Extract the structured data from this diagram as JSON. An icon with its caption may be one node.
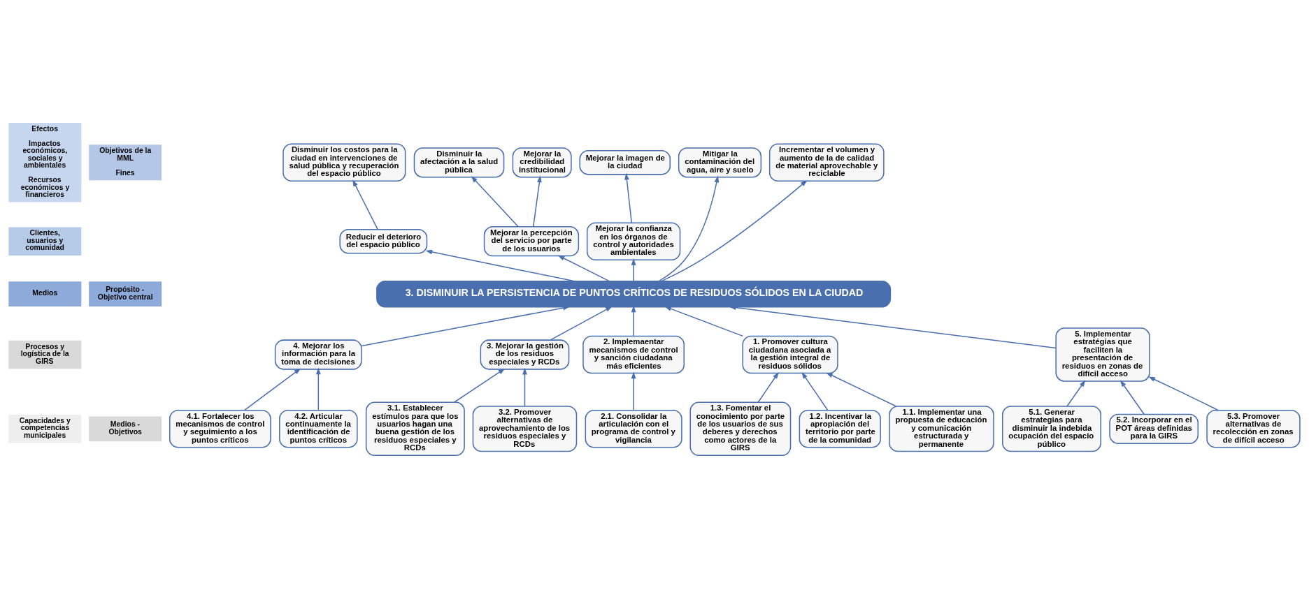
{
  "diagram": {
    "nodes": [
      {
        "text": [
          "Efectos",
          "Impactos económicos, sociales y ambientales",
          "Recursos económicos y financieros"
        ]
      },
      {
        "text": [
          "Mitigar la contaminación del agua, aire y suelo"
        ]
      },
      {
        "text": [
          "Disminuir la afectación a la salud pública"
        ]
      },
      {
        "text": [
          "Mejorar la credibilidad institucional"
        ]
      },
      {
        "text": [
          "Mejorar la imagen de la ciudad"
        ]
      },
      {
        "text": [
          "Incrementar el volumen y aumento de la de calidad de material aprovechable y reciclable"
        ]
      },
      {
        "text": [
          "Objetivos de la MML",
          "Fines"
        ]
      },
      {
        "text": [
          "Disminuir los costos para la ciudad en intervenciones de salud pública y recuperación del espacio público"
        ]
      },
      {
        "text": [
          "Clientes, usuarios y comunidad"
        ]
      },
      {
        "text": [
          "Reducir el deterioro del espacio público"
        ]
      },
      {
        "text": [
          "Mejorar la percepción del servicio por parte de los usuarios"
        ]
      },
      {
        "text": [
          "Mejorar la confianza en los órganos de control y autoridades ambientales"
        ]
      },
      {
        "text": [
          "Medios"
        ]
      },
      {
        "text": [
          "3. DISMINUIR LA PERSISTENCIA DE PUNTOS CRÍTICOS DE RESIDUOS SÓLIDOS EN LA CIUDAD"
        ]
      },
      {
        "text": [
          "Propósito - Objetivo central"
        ]
      },
      {
        "text": [
          "Procesos y logística de la GIRS"
        ]
      },
      {
        "text": [
          "1. Promover cultura ciudadana asociada a la gestión integral de residuos sólidos"
        ]
      },
      {
        "text": [
          "2. Implemaentar mecanismos de control y sanción ciudadana más eficientes"
        ]
      },
      {
        "text": [
          "3. Mejorar la gestión de los residuos especiales y RCDs"
        ]
      },
      {
        "text": [
          "4. Mejorar los información para la toma de decisiones"
        ]
      },
      {
        "text": [
          "5. Implementar estratégias que faciliten la presentación de residuos en zonas de difícil acceso"
        ]
      },
      {
        "text": [
          "Capacidades y competencias municipales"
        ]
      },
      {
        "text": [
          "1.1. Implementar una propuesta de educación y comunicación estructurada y permanente"
        ]
      },
      {
        "text": [
          "1.2. Incentivar la apropiación del territorio por parte de la comunidad"
        ]
      },
      {
        "text": [
          "1.3. Fomentar el conocimiento por parte de los usuarios de sus deberes y derechos como actores de la GIRS"
        ]
      },
      {
        "text": [
          "2.1. Consolidar la articulación con el programa de control y vigilancia"
        ]
      },
      {
        "text": [
          "3.1. Establecer estímulos para que los usuarios hagan una buena gestión de los residuos especiales y RCDs"
        ]
      },
      {
        "text": [
          "3.2. Promover alternativas de aprovechamiento de los residuos especiales y RCDs"
        ]
      },
      {
        "text": [
          "4.1. Fortalecer los mecanismos de control y seguimiento a los puntos críticos"
        ]
      },
      {
        "text": [
          "4.2. Articular continuamente la identificación de puntos críticos"
        ]
      },
      {
        "text": [
          "5.1. Generar estrategias para disminuir la indebida ocupación del espacio público"
        ]
      },
      {
        "text": [
          "5.2. Incorporar en el POT áreas definidas para la GIRS"
        ]
      },
      {
        "text": [
          "5.3. Promover alternativas de recolección en zonas de difícil acceso"
        ]
      },
      {
        "text": [
          "Medios - Objetivos"
        ]
      }
    ],
    "edges": [
      {
        "from": 13,
        "to": 1,
        "arrow": "to"
      },
      {
        "from": 13,
        "to": 9,
        "arrow": "to"
      },
      {
        "from": 13,
        "to": 10,
        "arrow": "to"
      },
      {
        "from": 13,
        "to": 11,
        "arrow": "to"
      },
      {
        "from": 13,
        "to": 5,
        "arrow": "to"
      },
      {
        "from": 9,
        "to": 7,
        "arrow": "to"
      },
      {
        "from": 10,
        "to": 2,
        "arrow": "to"
      },
      {
        "from": 10,
        "to": 3,
        "arrow": "to"
      },
      {
        "from": 11,
        "to": 4,
        "arrow": "to"
      },
      {
        "from": 16,
        "to": 13,
        "arrow": "to"
      },
      {
        "from": 17,
        "to": 13,
        "arrow": "to"
      },
      {
        "from": 18,
        "to": 13,
        "arrow": "to"
      },
      {
        "from": 19,
        "to": 13,
        "arrow": "to"
      },
      {
        "from": 20,
        "to": 13,
        "arrow": "to"
      },
      {
        "from": 22,
        "to": 16,
        "arrow": "to"
      },
      {
        "from": 23,
        "to": 16,
        "arrow": "to"
      },
      {
        "from": 24,
        "to": 16,
        "arrow": "to"
      },
      {
        "from": 25,
        "to": 17,
        "arrow": "to"
      },
      {
        "from": 26,
        "to": 18,
        "arrow": "to"
      },
      {
        "from": 27,
        "to": 18,
        "arrow": "to"
      },
      {
        "from": 28,
        "to": 19,
        "arrow": "to"
      },
      {
        "from": 29,
        "to": 19,
        "arrow": "to"
      },
      {
        "from": 30,
        "to": 20,
        "arrow": "to"
      },
      {
        "from": 31,
        "to": 20,
        "arrow": "to"
      },
      {
        "from": 32,
        "to": 20,
        "arrow": "to"
      }
    ]
  }
}
